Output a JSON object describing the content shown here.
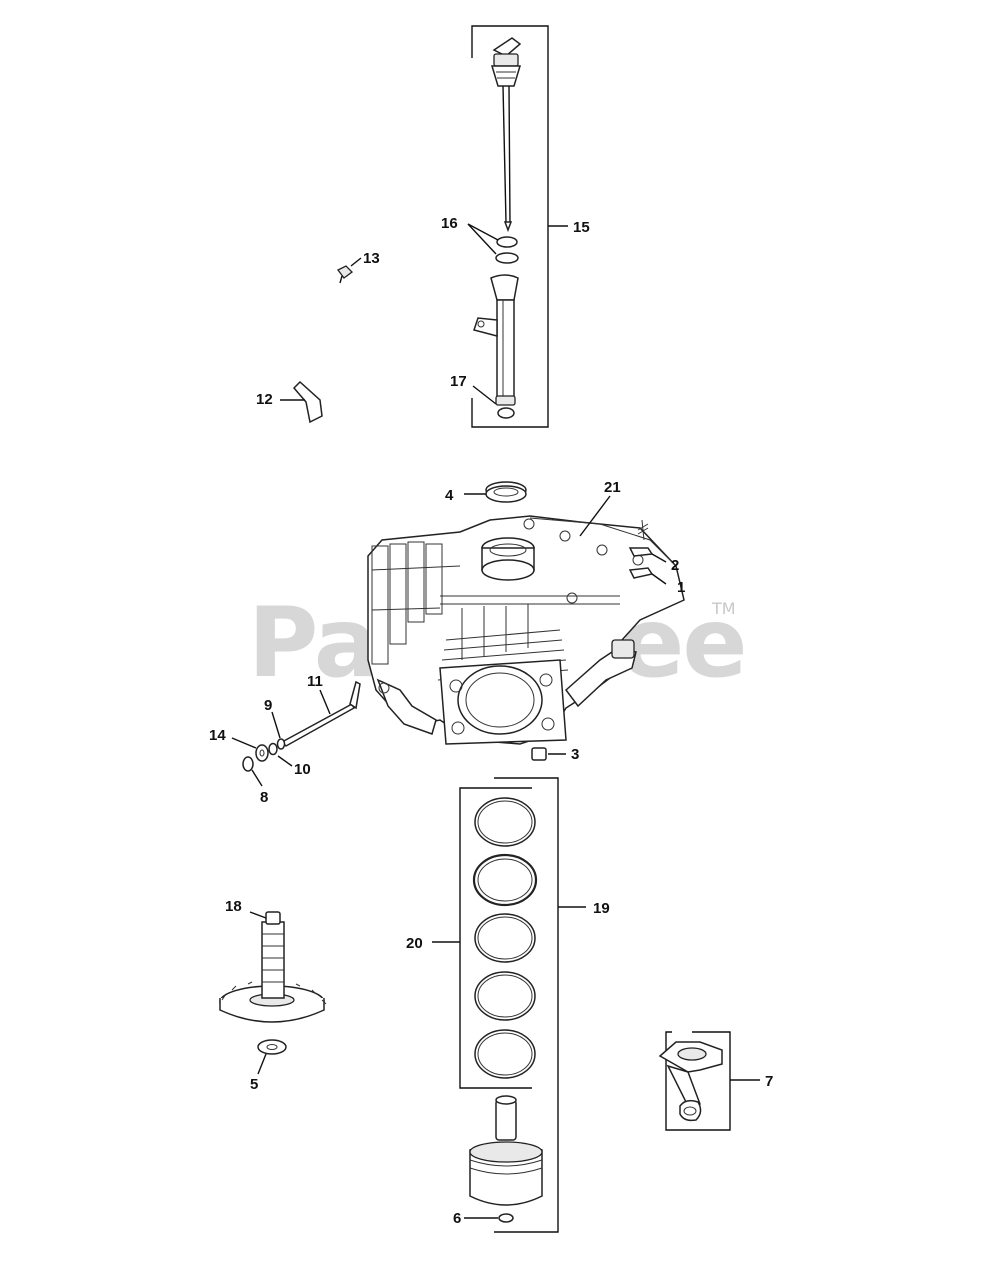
{
  "watermark": {
    "text": "PartsTree",
    "trademark": "TM"
  },
  "callouts": {
    "c1": "1",
    "c2": "2",
    "c3": "3",
    "c4": "4",
    "c5": "5",
    "c6": "6",
    "c7": "7",
    "c8": "8",
    "c9": "9",
    "c10": "10",
    "c11": "11",
    "c12": "12",
    "c13": "13",
    "c14": "14",
    "c15": "15",
    "c16": "16",
    "c17": "17",
    "c18": "18",
    "c19": "19",
    "c20": "20",
    "c21": "21"
  }
}
